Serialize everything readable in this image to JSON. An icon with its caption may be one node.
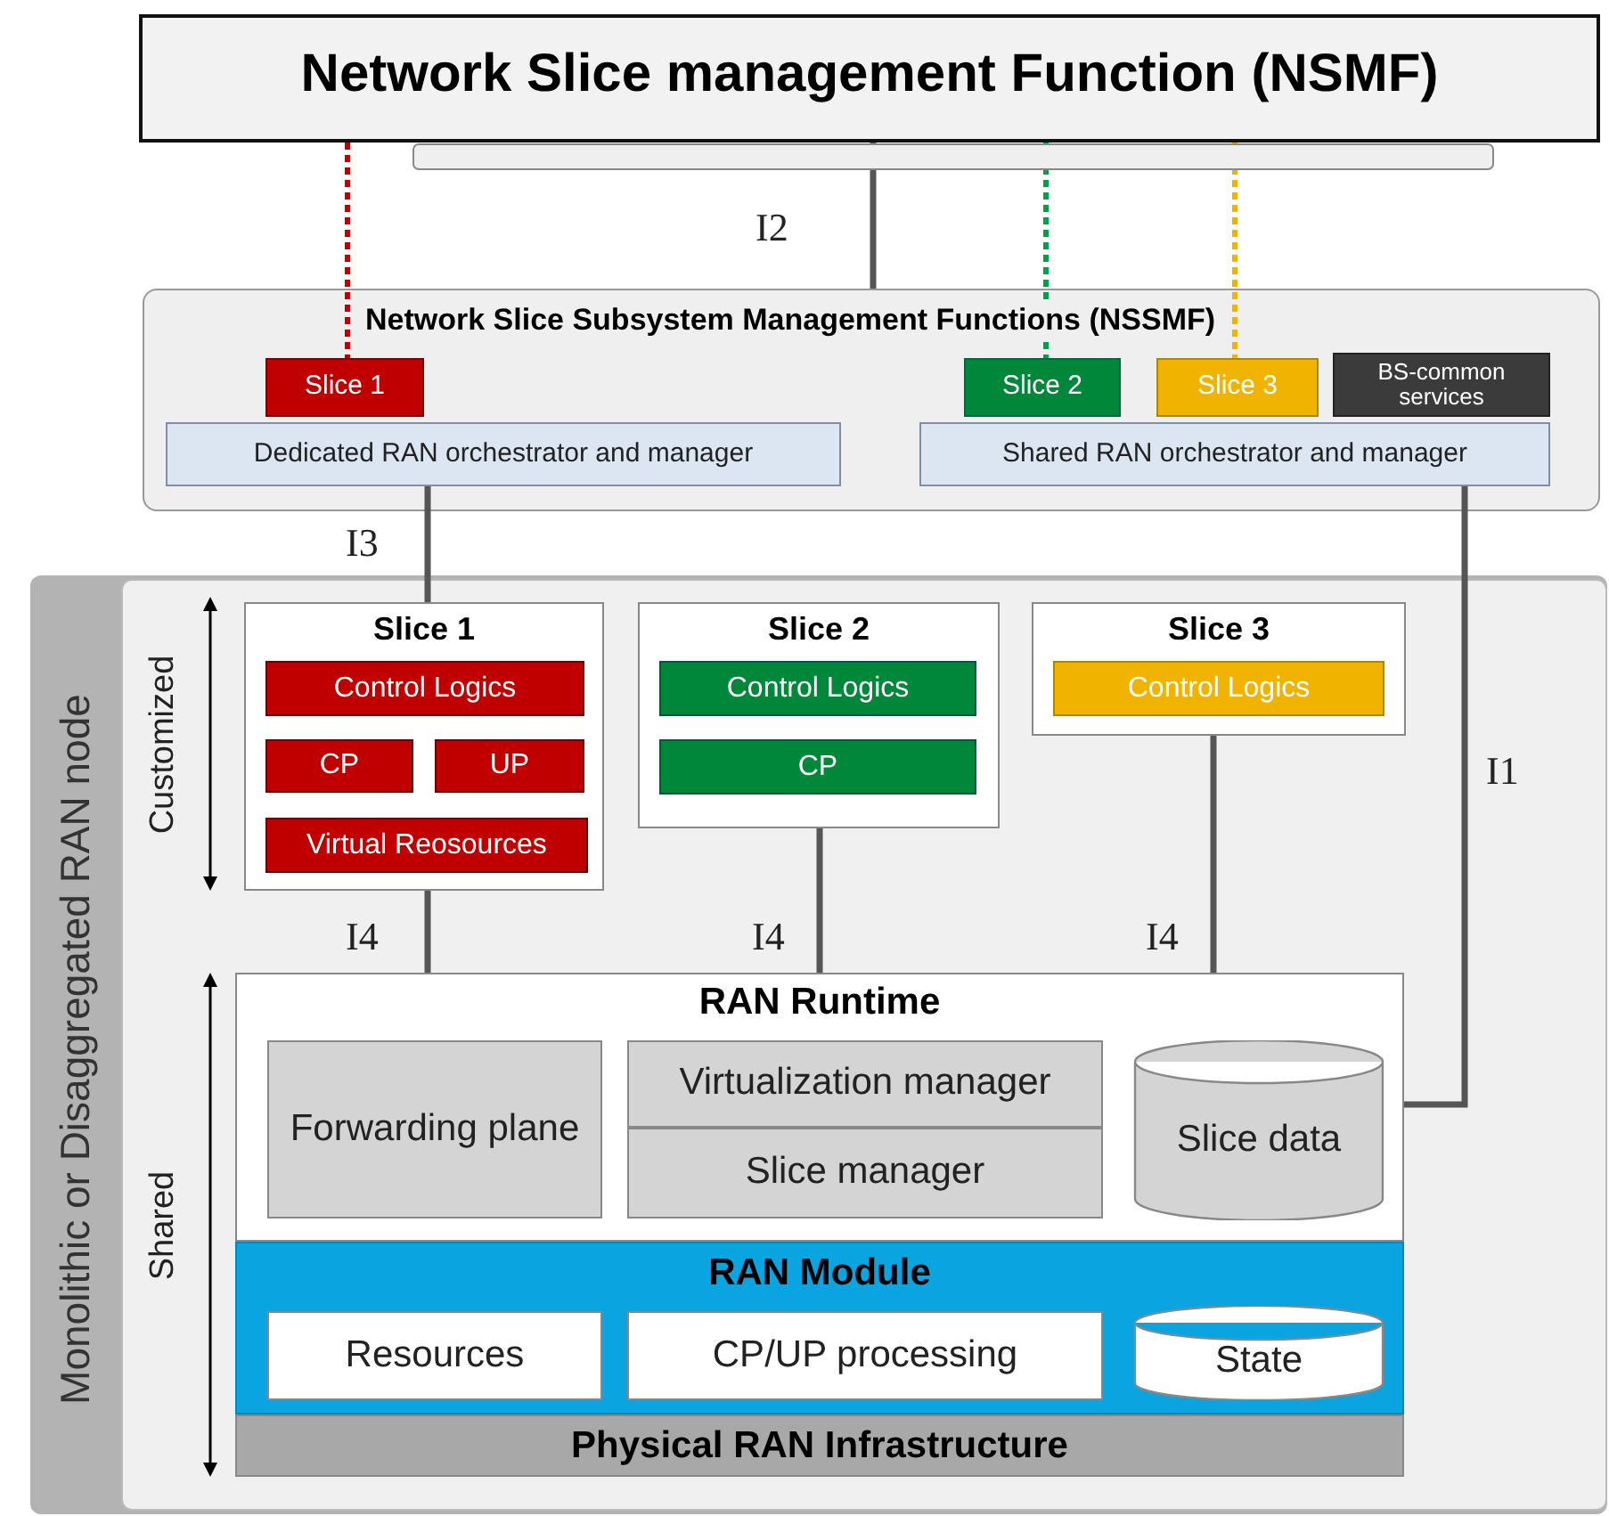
{
  "diagram": {
    "nodes": [
      {
        "text": [
          "Network Slice management Function (NSMF)"
        ]
      },
      {
        "text": [
          "Network Slice Subsystem Management Functions (NSSMF)"
        ]
      },
      {
        "text": [
          "Slice 1"
        ],
        "in": 1
      },
      {
        "text": [
          "Slice 2"
        ],
        "in": 1
      },
      {
        "text": [
          "Slice 3"
        ],
        "in": 1
      },
      {
        "text": [
          "BS-common services"
        ],
        "in": 1
      },
      {
        "text": [
          "Dedicated RAN orchestrator and manager"
        ],
        "in": 1
      },
      {
        "text": [
          "Shared RAN orchestrator and manager"
        ],
        "in": 1
      },
      {
        "text": [
          "Monolithic or Disaggregated RAN node"
        ]
      },
      {
        "text": [
          "Slice 1"
        ],
        "in": 8
      },
      {
        "text": [
          "Control Logics"
        ],
        "in": 9
      },
      {
        "text": [
          "CP"
        ],
        "in": 9
      },
      {
        "text": [
          "UP"
        ],
        "in": 9
      },
      {
        "text": [
          "Virtual Reosources"
        ],
        "in": 9
      },
      {
        "text": [
          "Slice 2"
        ],
        "in": 8
      },
      {
        "text": [
          "Control Logics"
        ],
        "in": 14
      },
      {
        "text": [
          "CP"
        ],
        "in": 14
      },
      {
        "text": [
          "Slice 3"
        ],
        "in": 8
      },
      {
        "text": [
          "Control Logics"
        ],
        "in": 17
      },
      {
        "text": [
          "RAN Runtime"
        ],
        "in": 8
      },
      {
        "text": [
          "Forwarding plane"
        ],
        "in": 19
      },
      {
        "text": [
          "Virtualization manager"
        ],
        "in": 19
      },
      {
        "text": [
          "Slice manager"
        ],
        "in": 19
      },
      {
        "text": [
          "Slice data"
        ],
        "in": 19
      },
      {
        "text": [
          "RAN Module"
        ],
        "in": 8
      },
      {
        "text": [
          "Resources"
        ],
        "in": 24
      },
      {
        "text": [
          "CP/UP processing"
        ],
        "in": 24
      },
      {
        "text": [
          "State"
        ],
        "in": 24
      },
      {
        "text": [
          "Physical RAN Infrastructure"
        ],
        "in": 8
      }
    ],
    "edges": [
      {
        "from": 0,
        "to": 1,
        "arrow": "none",
        "label": "I2"
      },
      {
        "from": 0,
        "to": 2,
        "arrow": "none",
        "style": "dashed",
        "color": "#c00000"
      },
      {
        "from": 0,
        "to": 3,
        "arrow": "none",
        "style": "dashed",
        "color": "#00a04a"
      },
      {
        "from": 0,
        "to": 4,
        "arrow": "none",
        "style": "dashed",
        "color": "#f0b400"
      },
      {
        "from": 6,
        "to": 9,
        "arrow": "none",
        "label": "I3"
      },
      {
        "from": 9,
        "to": 19,
        "arrow": "none",
        "label": "I4"
      },
      {
        "from": 14,
        "to": 19,
        "arrow": "none",
        "label": "I4"
      },
      {
        "from": 17,
        "to": 19,
        "arrow": "none",
        "label": "I4"
      },
      {
        "from": 7,
        "to": 19,
        "arrow": "none",
        "label": "I1"
      }
    ],
    "labels": [
      "Customized",
      "Shared"
    ]
  }
}
